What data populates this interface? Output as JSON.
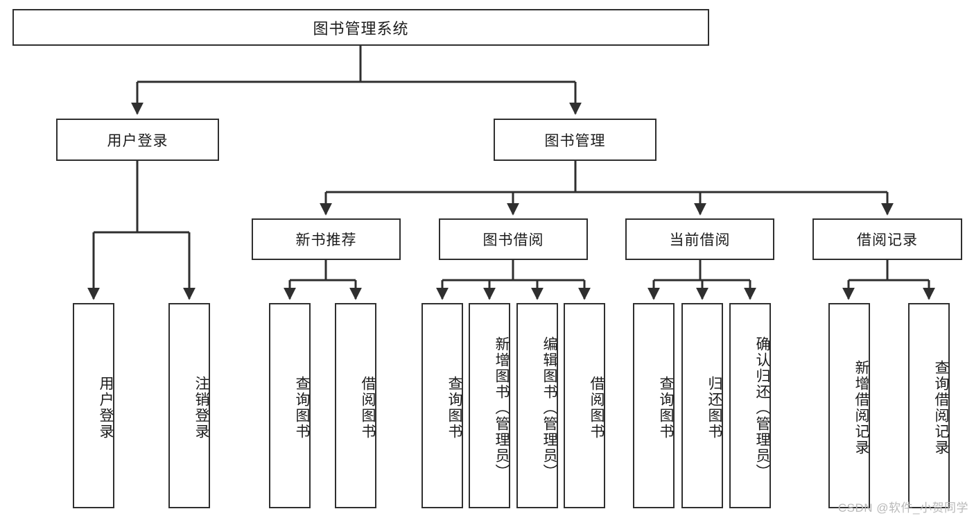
{
  "diagram": {
    "type": "tree-hierarchy",
    "title": "图书管理系统",
    "watermark": "CSDN @软件_小贺同学",
    "colors": {
      "box_border": "#2f2f2f",
      "box_fill": "#ffffff",
      "connector": "#2f2f2f",
      "background": "#ffffff",
      "watermark": "#b9b9b9"
    },
    "root": {
      "label": "图书管理系统"
    },
    "level2": [
      {
        "label": "用户登录"
      },
      {
        "label": "图书管理"
      }
    ],
    "level3": [
      {
        "label": "新书推荐"
      },
      {
        "label": "图书借阅"
      },
      {
        "label": "当前借阅"
      },
      {
        "label": "借阅记录"
      }
    ],
    "leaves": {
      "user_login": [
        {
          "label": "用户登录"
        },
        {
          "label": "注销登录"
        }
      ],
      "new_book_recommend": [
        {
          "label": "查询图书"
        },
        {
          "label": "借阅图书"
        }
      ],
      "book_borrow": [
        {
          "label": "查询图书"
        },
        {
          "label": "新增图书（管理员）"
        },
        {
          "label": "编辑图书（管理员）"
        },
        {
          "label": "借阅图书"
        }
      ],
      "current_borrow": [
        {
          "label": "查询图书"
        },
        {
          "label": "归还图书"
        },
        {
          "label": "确认归还（管理员）"
        }
      ],
      "borrow_record": [
        {
          "label": "新增借阅记录"
        },
        {
          "label": "查询借阅记录"
        }
      ]
    }
  }
}
